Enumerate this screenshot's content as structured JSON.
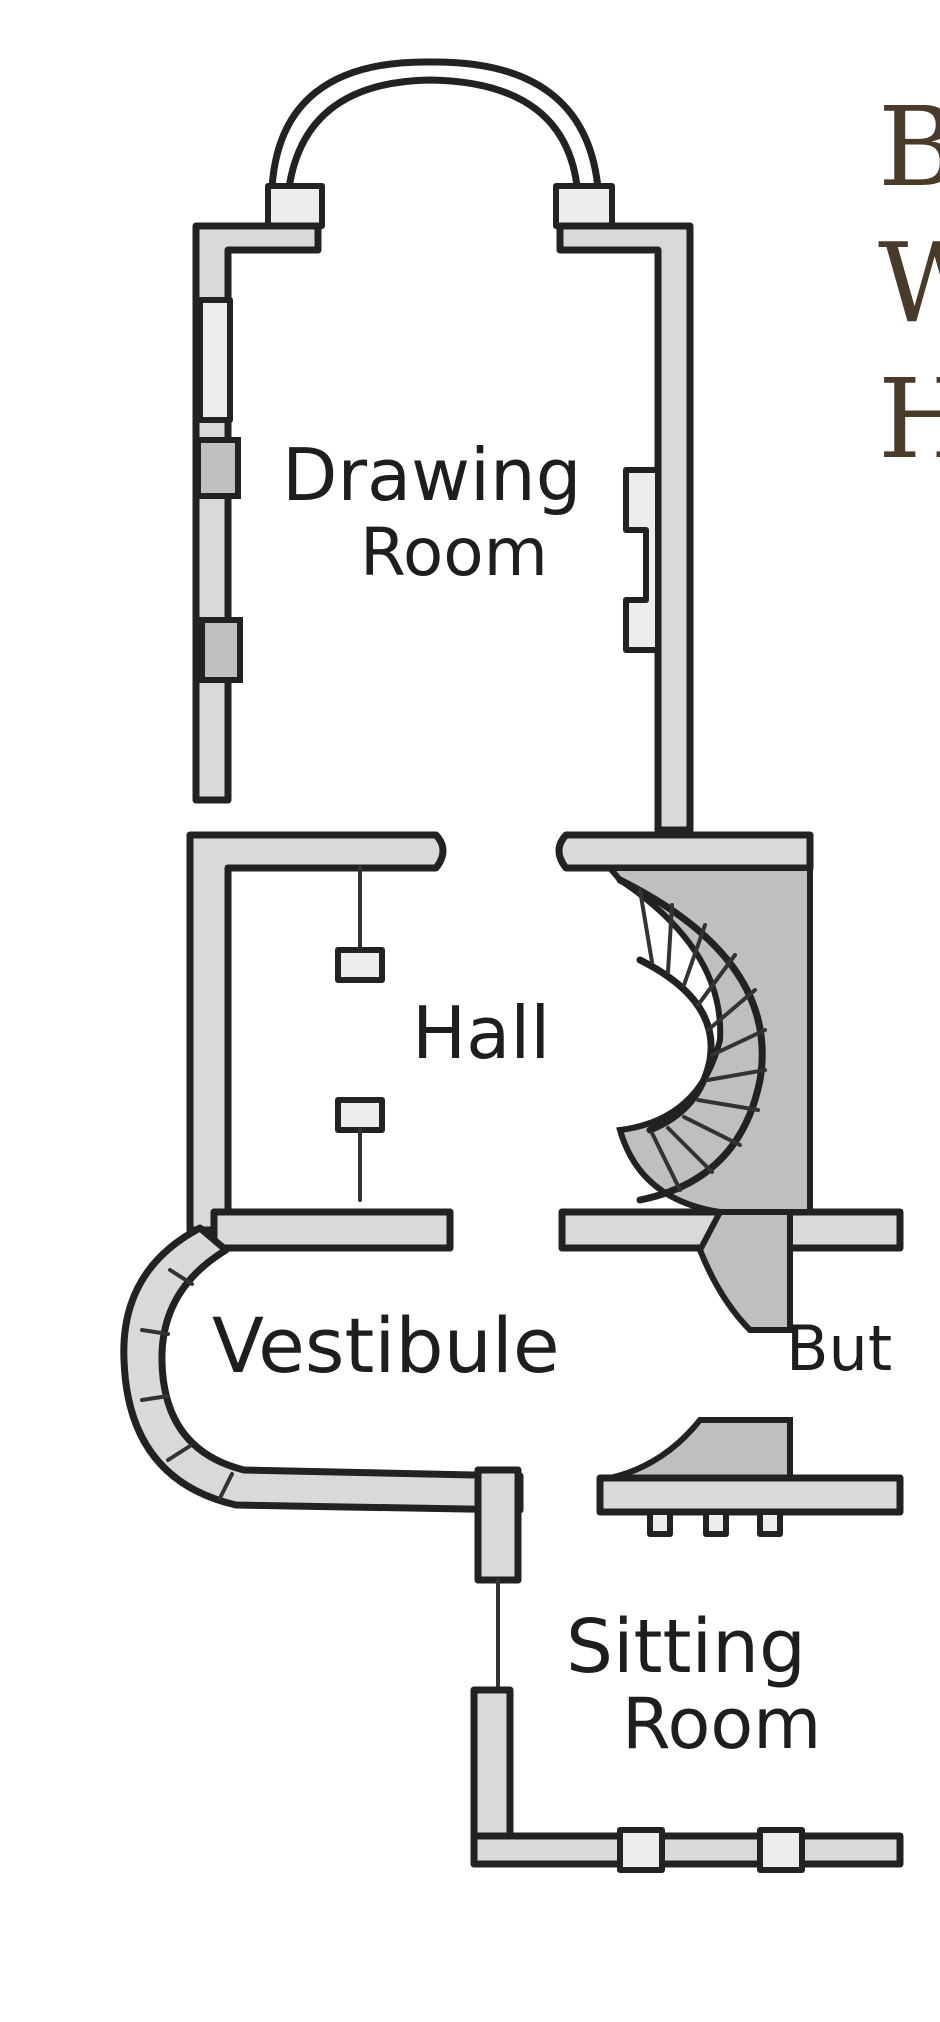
{
  "rooms": {
    "drawing_room": {
      "line1": "Drawing",
      "line2": "Room"
    },
    "hall": "Hall",
    "vestibule": "Vestibule",
    "butler": "But",
    "sitting_room": {
      "line1": "Sitting",
      "line2": "Room"
    }
  },
  "side_text": {
    "line1": "B",
    "line2": "W",
    "line3": "H"
  },
  "colors": {
    "ink": "#222222",
    "shade": "#bfbfbf",
    "side_text": "#4a3a2a"
  }
}
